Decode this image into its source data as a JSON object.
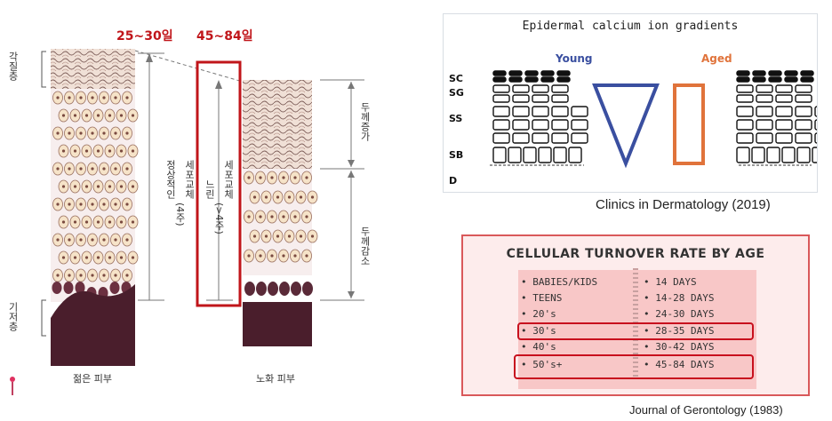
{
  "skin_diagram": {
    "top_labels": {
      "young_period": "25~30일",
      "aged_period": "45~84일"
    },
    "left_labels": {
      "stratum_corneum": "각질층",
      "basal_layer": "기저층"
    },
    "center_young_text": [
      "정상적인",
      "세포교체",
      "(4주)"
    ],
    "center_aged_text": [
      "느린",
      "세포교체",
      "(>4주)"
    ],
    "right_labels": {
      "thickness_increase": "두께증가",
      "thickness_decrease": "두께감소"
    },
    "bottom_labels": {
      "young_skin": "젊은 피부",
      "aged_skin": "노화 피부"
    },
    "colors": {
      "highlight": "#c0151a"
    }
  },
  "calcium_panel": {
    "title": "Epidermal calcium ion gradients",
    "layers": [
      "SC",
      "SG",
      "SS",
      "SB",
      "D"
    ],
    "young_label": "Young",
    "aged_label": "Aged",
    "colors": {
      "young": "#3a4fa0",
      "aged": "#e0733b"
    }
  },
  "calcium_citation": "Clinics in Dermatology (2019)",
  "turnover": {
    "title": "CELLULAR TURNOVER RATE BY AGE",
    "rows": [
      {
        "age": "• BABIES/KIDS",
        "days": "• 14 DAYS"
      },
      {
        "age": "• TEENS",
        "days": "• 14-28 DAYS"
      },
      {
        "age": "• 20's",
        "days": "• 24-30 DAYS"
      },
      {
        "age": "• 30's",
        "days": "• 28-35 DAYS"
      },
      {
        "age": "• 40's",
        "days": "• 30-42 DAYS"
      },
      {
        "age": "• 50's+",
        "days": "• 45-84 DAYS"
      }
    ],
    "highlight_color": "#c8101e"
  },
  "turnover_citation": "Journal of Gerontology (1983)"
}
